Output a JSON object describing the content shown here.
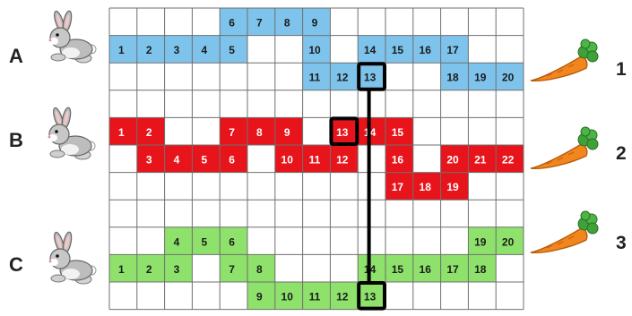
{
  "puzzle": {
    "rows": 11,
    "cols": 15,
    "colors": {
      "A": "#7ec3ec",
      "B": "#e8141b",
      "C": "#8ee26b",
      "grid": "#6f6f6f",
      "highlight": "#000000"
    },
    "rabbits": [
      {
        "label": "A",
        "icon": "rabbit-icon"
      },
      {
        "label": "B",
        "icon": "rabbit-icon"
      },
      {
        "label": "C",
        "icon": "rabbit-icon"
      }
    ],
    "carrots": [
      {
        "label": "1",
        "icon": "carrot-icon"
      },
      {
        "label": "2",
        "icon": "carrot-icon"
      },
      {
        "label": "3",
        "icon": "carrot-icon"
      }
    ],
    "paths": [
      {
        "rabbit": "A",
        "cells": [
          {
            "n": "1",
            "r": 1,
            "c": 0
          },
          {
            "n": "2",
            "r": 1,
            "c": 1
          },
          {
            "n": "3",
            "r": 1,
            "c": 2
          },
          {
            "n": "4",
            "r": 1,
            "c": 3
          },
          {
            "n": "5",
            "r": 1,
            "c": 4
          },
          {
            "n": "6",
            "r": 0,
            "c": 4
          },
          {
            "n": "7",
            "r": 0,
            "c": 5
          },
          {
            "n": "8",
            "r": 0,
            "c": 6
          },
          {
            "n": "9",
            "r": 0,
            "c": 7
          },
          {
            "n": "10",
            "r": 1,
            "c": 7
          },
          {
            "n": "11",
            "r": 2,
            "c": 7
          },
          {
            "n": "12",
            "r": 2,
            "c": 8
          },
          {
            "n": "13",
            "r": 2,
            "c": 9
          },
          {
            "n": "14",
            "r": 1,
            "c": 9
          },
          {
            "n": "15",
            "r": 1,
            "c": 10
          },
          {
            "n": "16",
            "r": 1,
            "c": 11
          },
          {
            "n": "17",
            "r": 1,
            "c": 12
          },
          {
            "n": "18",
            "r": 2,
            "c": 12
          },
          {
            "n": "19",
            "r": 2,
            "c": 13
          },
          {
            "n": "20",
            "r": 2,
            "c": 14
          }
        ]
      },
      {
        "rabbit": "B",
        "cells": [
          {
            "n": "1",
            "r": 4,
            "c": 0
          },
          {
            "n": "2",
            "r": 4,
            "c": 1
          },
          {
            "n": "3",
            "r": 5,
            "c": 1
          },
          {
            "n": "4",
            "r": 5,
            "c": 2
          },
          {
            "n": "5",
            "r": 5,
            "c": 3
          },
          {
            "n": "6",
            "r": 5,
            "c": 4
          },
          {
            "n": "7",
            "r": 4,
            "c": 4
          },
          {
            "n": "8",
            "r": 4,
            "c": 5
          },
          {
            "n": "9",
            "r": 4,
            "c": 6
          },
          {
            "n": "10",
            "r": 5,
            "c": 6
          },
          {
            "n": "11",
            "r": 5,
            "c": 7
          },
          {
            "n": "12",
            "r": 5,
            "c": 8
          },
          {
            "n": "13",
            "r": 4,
            "c": 8
          },
          {
            "n": "14",
            "r": 4,
            "c": 9
          },
          {
            "n": "15",
            "r": 4,
            "c": 10
          },
          {
            "n": "16",
            "r": 5,
            "c": 10
          },
          {
            "n": "17",
            "r": 6,
            "c": 10
          },
          {
            "n": "18",
            "r": 6,
            "c": 11
          },
          {
            "n": "19",
            "r": 6,
            "c": 12
          },
          {
            "n": "20",
            "r": 5,
            "c": 12
          },
          {
            "n": "21",
            "r": 5,
            "c": 13
          },
          {
            "n": "22",
            "r": 5,
            "c": 14
          }
        ]
      },
      {
        "rabbit": "C",
        "cells": [
          {
            "n": "1",
            "r": 9,
            "c": 0
          },
          {
            "n": "2",
            "r": 9,
            "c": 1
          },
          {
            "n": "3",
            "r": 9,
            "c": 2
          },
          {
            "n": "4",
            "r": 8,
            "c": 2
          },
          {
            "n": "5",
            "r": 8,
            "c": 3
          },
          {
            "n": "6",
            "r": 8,
            "c": 4
          },
          {
            "n": "7",
            "r": 9,
            "c": 4
          },
          {
            "n": "8",
            "r": 9,
            "c": 5
          },
          {
            "n": "9",
            "r": 10,
            "c": 5
          },
          {
            "n": "10",
            "r": 10,
            "c": 6
          },
          {
            "n": "11",
            "r": 10,
            "c": 7
          },
          {
            "n": "12",
            "r": 10,
            "c": 8
          },
          {
            "n": "13",
            "r": 10,
            "c": 9
          },
          {
            "n": "14",
            "r": 9,
            "c": 9
          },
          {
            "n": "15",
            "r": 9,
            "c": 10
          },
          {
            "n": "16",
            "r": 9,
            "c": 11
          },
          {
            "n": "17",
            "r": 9,
            "c": 12
          },
          {
            "n": "18",
            "r": 9,
            "c": 13
          },
          {
            "n": "19",
            "r": 8,
            "c": 13
          },
          {
            "n": "20",
            "r": 8,
            "c": 14
          }
        ]
      }
    ],
    "highlights": [
      {
        "r": 2,
        "c": 9
      },
      {
        "r": 4,
        "c": 8
      },
      {
        "r": 10,
        "c": 9
      }
    ],
    "connector": {
      "col": 9,
      "from_row": 2,
      "to_row": 10
    }
  }
}
